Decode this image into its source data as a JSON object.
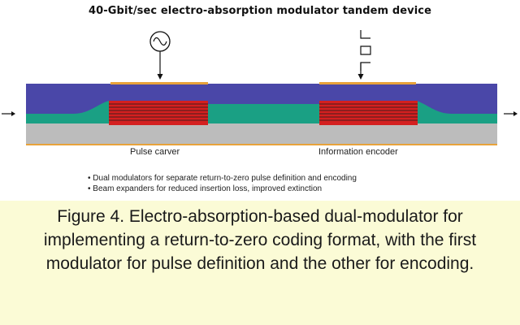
{
  "figure": {
    "title": "40-Gbit/sec electro-absorption modulator tandem device",
    "labels": {
      "left_modulator": "Pulse carver",
      "right_modulator": "Information encoder"
    },
    "bullets": [
      "Dual modulators for separate return-to-zero pulse definition and encoding",
      "Beam expanders for reduced insertion loss, improved extinction"
    ],
    "signal_source_icon": "sine-wave-source-icon",
    "data_pulse_icon": "square-pulse-icon"
  },
  "caption": {
    "text": "Figure 4. Electro-absorption-based dual-modulator for implementing a return-to-zero coding format, with the first modulator for pulse definition and the other for encoding."
  },
  "colors": {
    "cladding": "#4a47a8",
    "waveguide": "#1aa084",
    "substrate": "#bcbcbc",
    "modulator": "#d42020",
    "electrode": "#e8a23a",
    "caption_background": "#fbfbd6"
  }
}
